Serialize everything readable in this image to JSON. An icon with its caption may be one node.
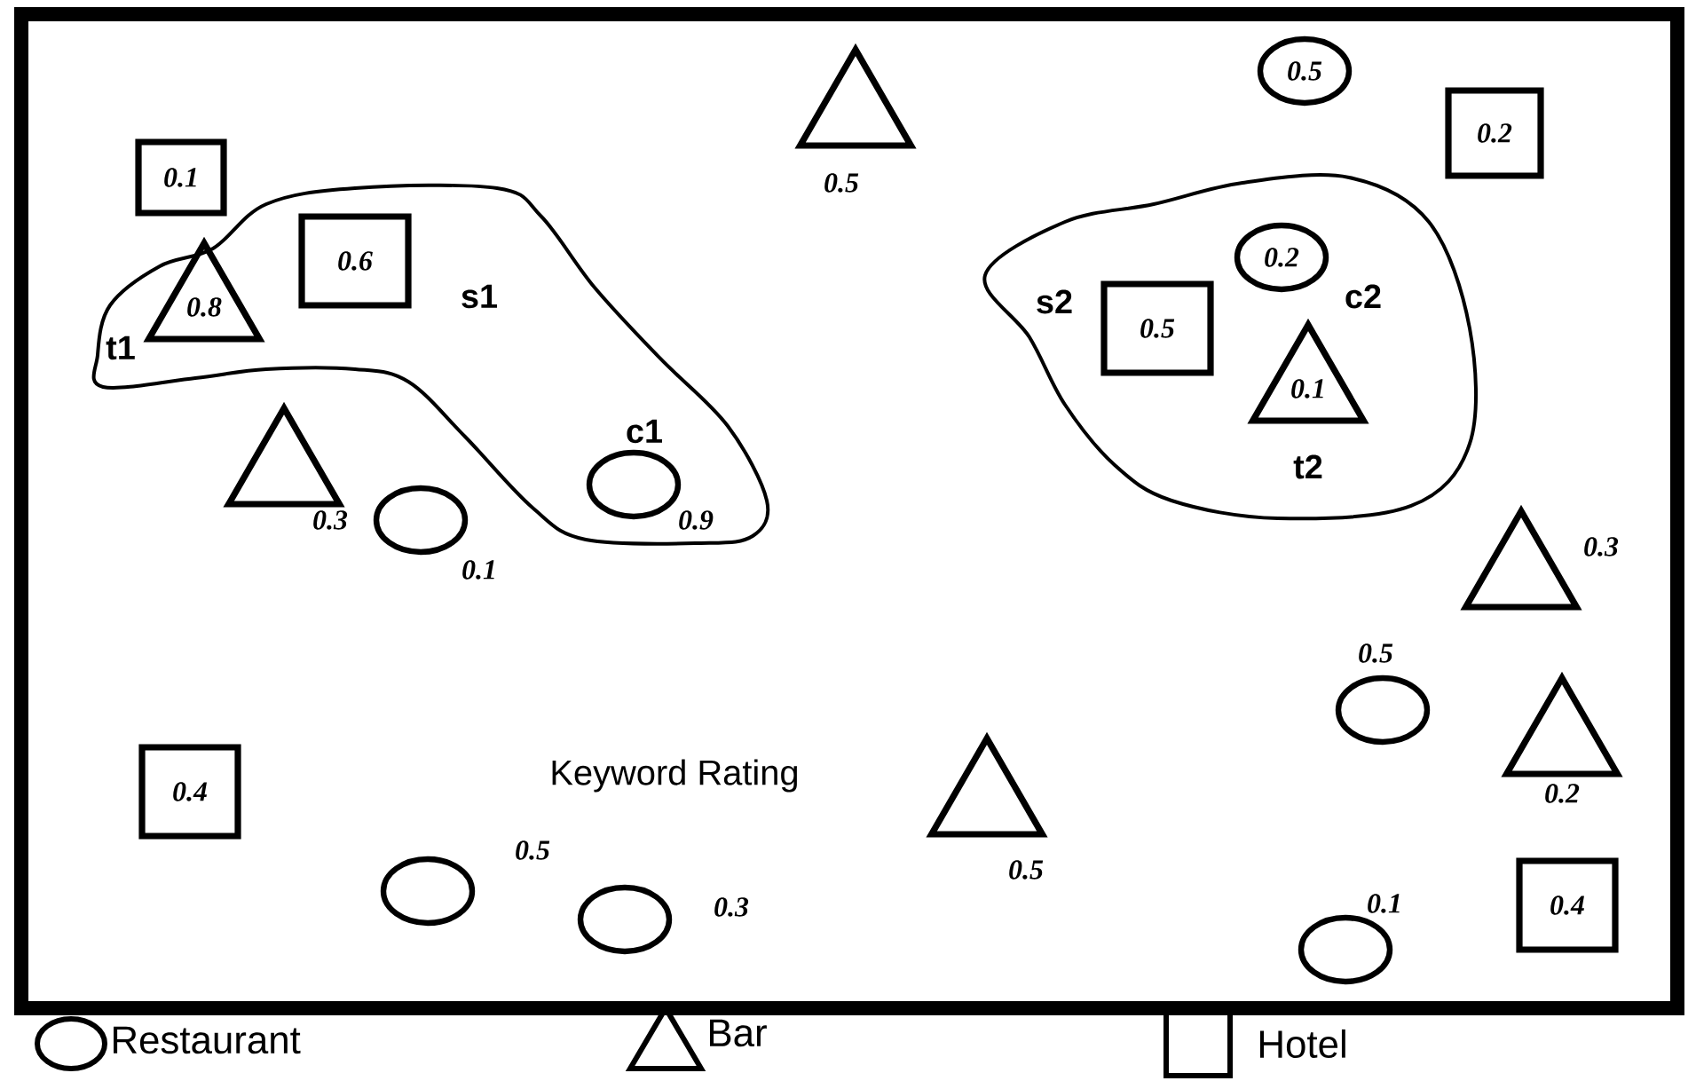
{
  "diagram": {
    "nodes": [
      {
        "text": [
          "s1"
        ]
      },
      {
        "text": [
          "0.1"
        ]
      },
      {
        "text": [
          "0.8"
        ],
        "beside": [
          "t1"
        ],
        "in": 0
      },
      {
        "text": [
          "0.6"
        ],
        "in": 0
      },
      {
        "text": [],
        "shape": "circle",
        "beside": [
          "c1",
          "0.9"
        ],
        "in": 0
      },
      {
        "text": [],
        "shape": "triangle",
        "beside": [
          "0.3"
        ]
      },
      {
        "text": [],
        "shape": "circle",
        "beside": [
          "0.1"
        ]
      },
      {
        "text": [],
        "shape": "triangle",
        "beside": [
          "0.5"
        ]
      },
      {
        "text": [
          "0.5"
        ]
      },
      {
        "text": [
          "0.2"
        ]
      },
      {
        "text": [
          "s2"
        ]
      },
      {
        "text": [
          "0.2"
        ],
        "beside": [
          "c2"
        ],
        "in": 10
      },
      {
        "text": [
          "0.5"
        ],
        "in": 10
      },
      {
        "text": [
          "0.1"
        ],
        "beside": [
          "t2"
        ],
        "in": 10
      },
      {
        "text": [],
        "shape": "triangle",
        "beside": [
          "0.3"
        ]
      },
      {
        "text": [],
        "shape": "circle",
        "beside": [
          "0.5"
        ]
      },
      {
        "text": [],
        "shape": "triangle",
        "beside": [
          "0.2"
        ]
      },
      {
        "text": [
          "0.4"
        ]
      },
      {
        "text": [],
        "shape": "triangle",
        "beside": [
          "0.5"
        ]
      },
      {
        "text": [],
        "shape": "circle",
        "beside": [
          "0.5"
        ]
      },
      {
        "text": [],
        "shape": "circle",
        "beside": [
          "0.3"
        ]
      },
      {
        "text": [],
        "shape": "circle",
        "beside": [
          "0.1"
        ]
      },
      {
        "text": [
          "0.4"
        ]
      }
    ],
    "edges": [],
    "labels": [
      "Keyword Rating"
    ],
    "legend": [
      {
        "text": "Restaurant"
      },
      {
        "text": "Bar"
      },
      {
        "text": "Hotel"
      }
    ]
  }
}
